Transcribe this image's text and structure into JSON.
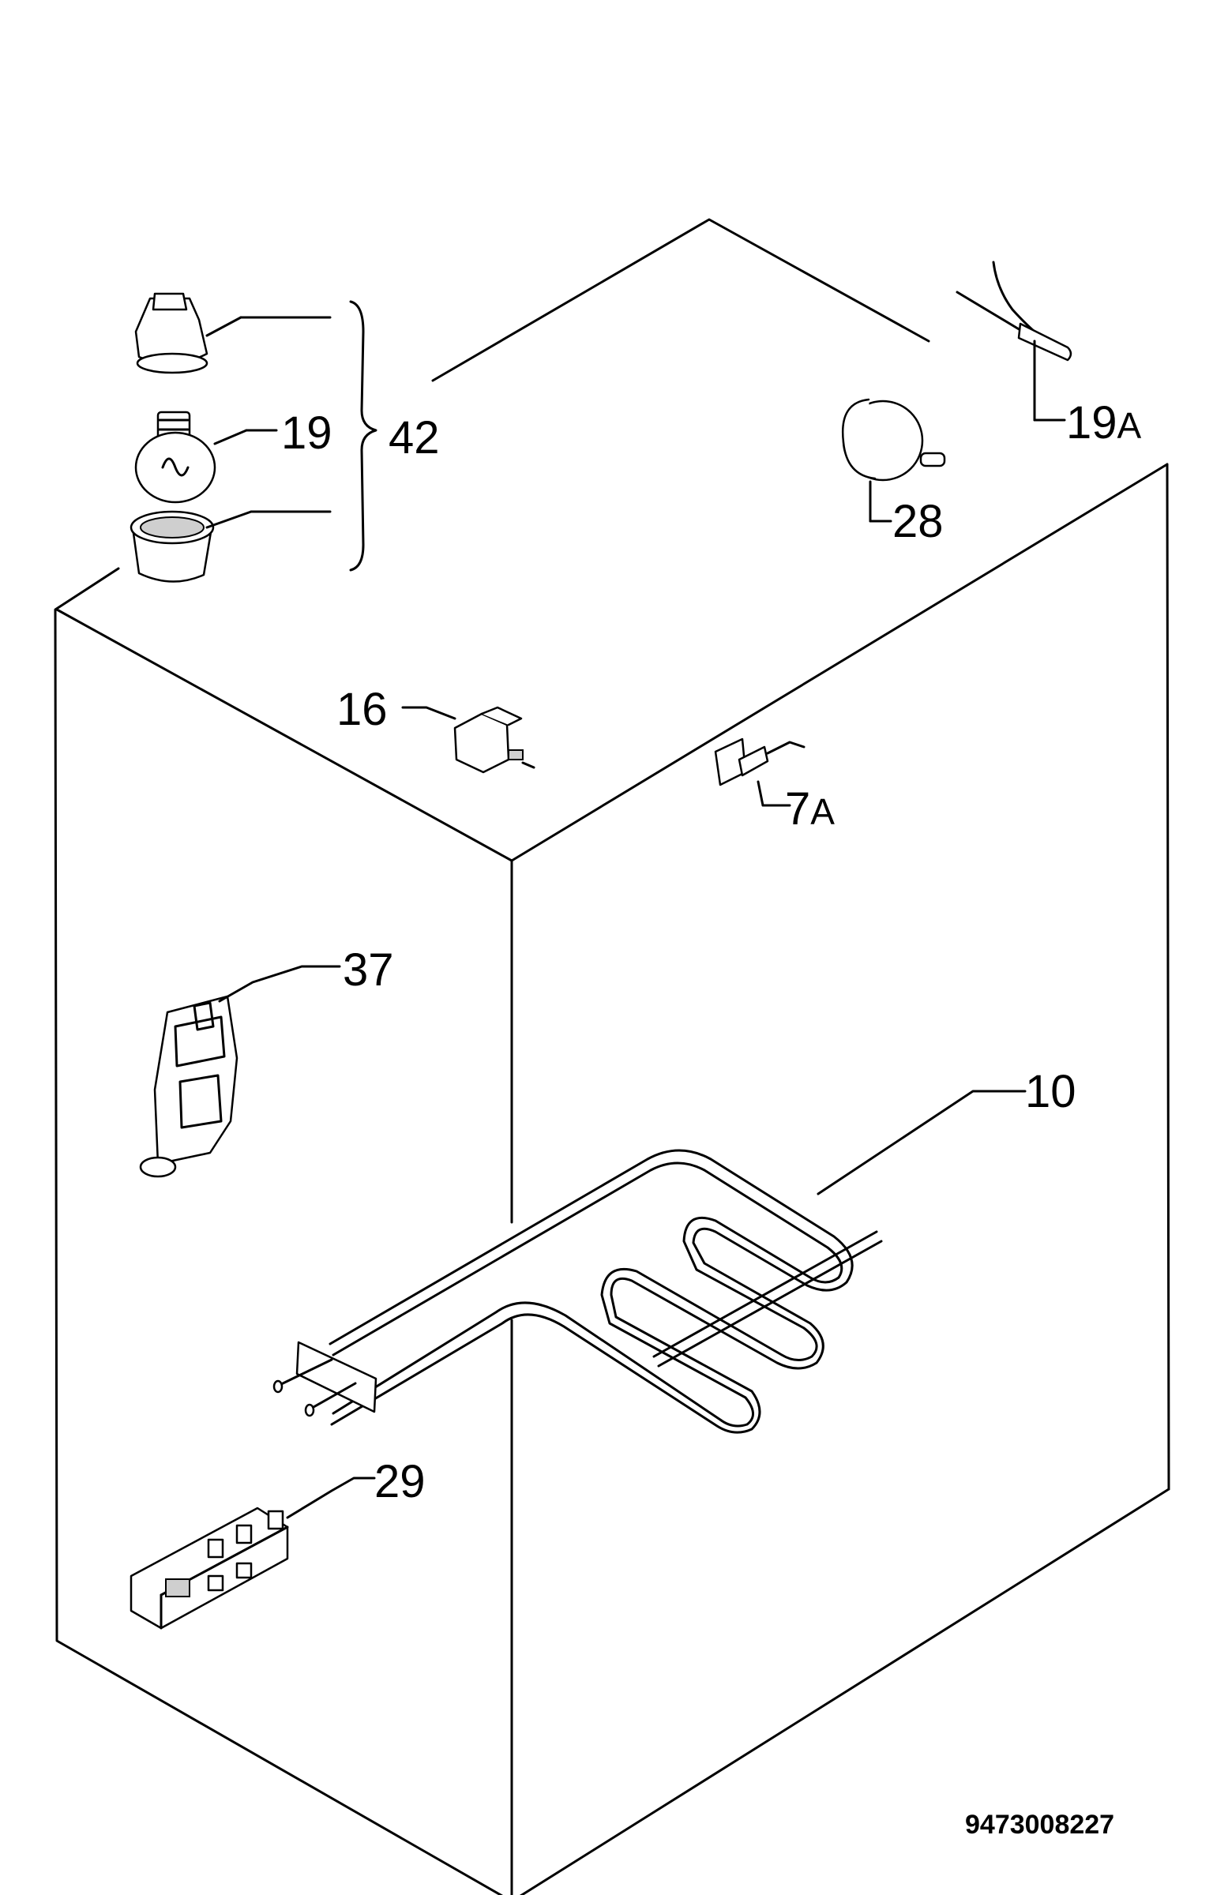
{
  "diagram": {
    "document_number": "9473008227",
    "callouts": [
      {
        "id": "42",
        "label": "42"
      },
      {
        "id": "19",
        "label": "19"
      },
      {
        "id": "19A",
        "label_main": "19",
        "label_suffix": "A"
      },
      {
        "id": "28",
        "label": "28"
      },
      {
        "id": "16",
        "label": "16"
      },
      {
        "id": "7A",
        "label_main": "7",
        "label_suffix": "A"
      },
      {
        "id": "37",
        "label": "37"
      },
      {
        "id": "10",
        "label": "10"
      },
      {
        "id": "29",
        "label": "29"
      }
    ]
  }
}
